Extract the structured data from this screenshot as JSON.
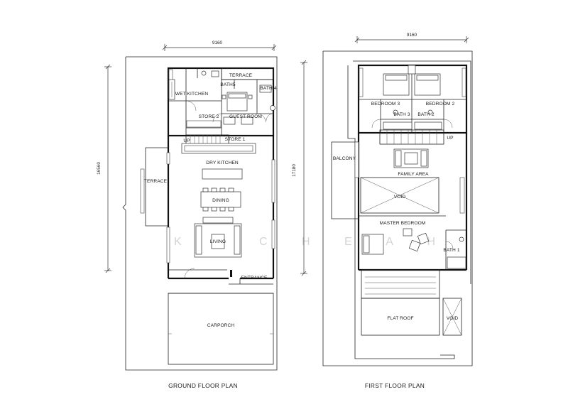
{
  "watermark": "K O C H E A H",
  "ground_floor": {
    "title": "GROUND FLOOR PLAN",
    "dim_width": "9160",
    "dim_depth": "16560",
    "rooms": {
      "terrace_top": "TERRACE",
      "bath5": "BATH5",
      "bath4": "BATH 4",
      "wet_kitchen": "WET KITCHEN",
      "store2": "STORE 2",
      "guest_room": "GUEST ROOM",
      "up": "UP",
      "store1": "STORE 1",
      "dry_kitchen": "DRY KITCHEN",
      "terrace_side": "TERRACE",
      "dining": "DINING",
      "living": "LIVING",
      "entrance": "ENTRANCE",
      "carporch": "CARPORCH"
    }
  },
  "first_floor": {
    "title": "FIRST FLOOR PLAN",
    "dim_width": "9160",
    "dim_depth": "17180",
    "rooms": {
      "bedroom3": "BEDROOM 3",
      "bedroom2": "BEDROOM 2",
      "bath3": "BATH 3",
      "bath2": "BATH 2",
      "up": "UP",
      "balcony": "BALCONY",
      "family_area": "FAMILY AREA",
      "void_top": "VOID",
      "master_bedroom": "MASTER BEDROOM",
      "bath1": "BATH 1",
      "flat_roof": "FLAT ROOF",
      "void_side": "VOID"
    }
  }
}
